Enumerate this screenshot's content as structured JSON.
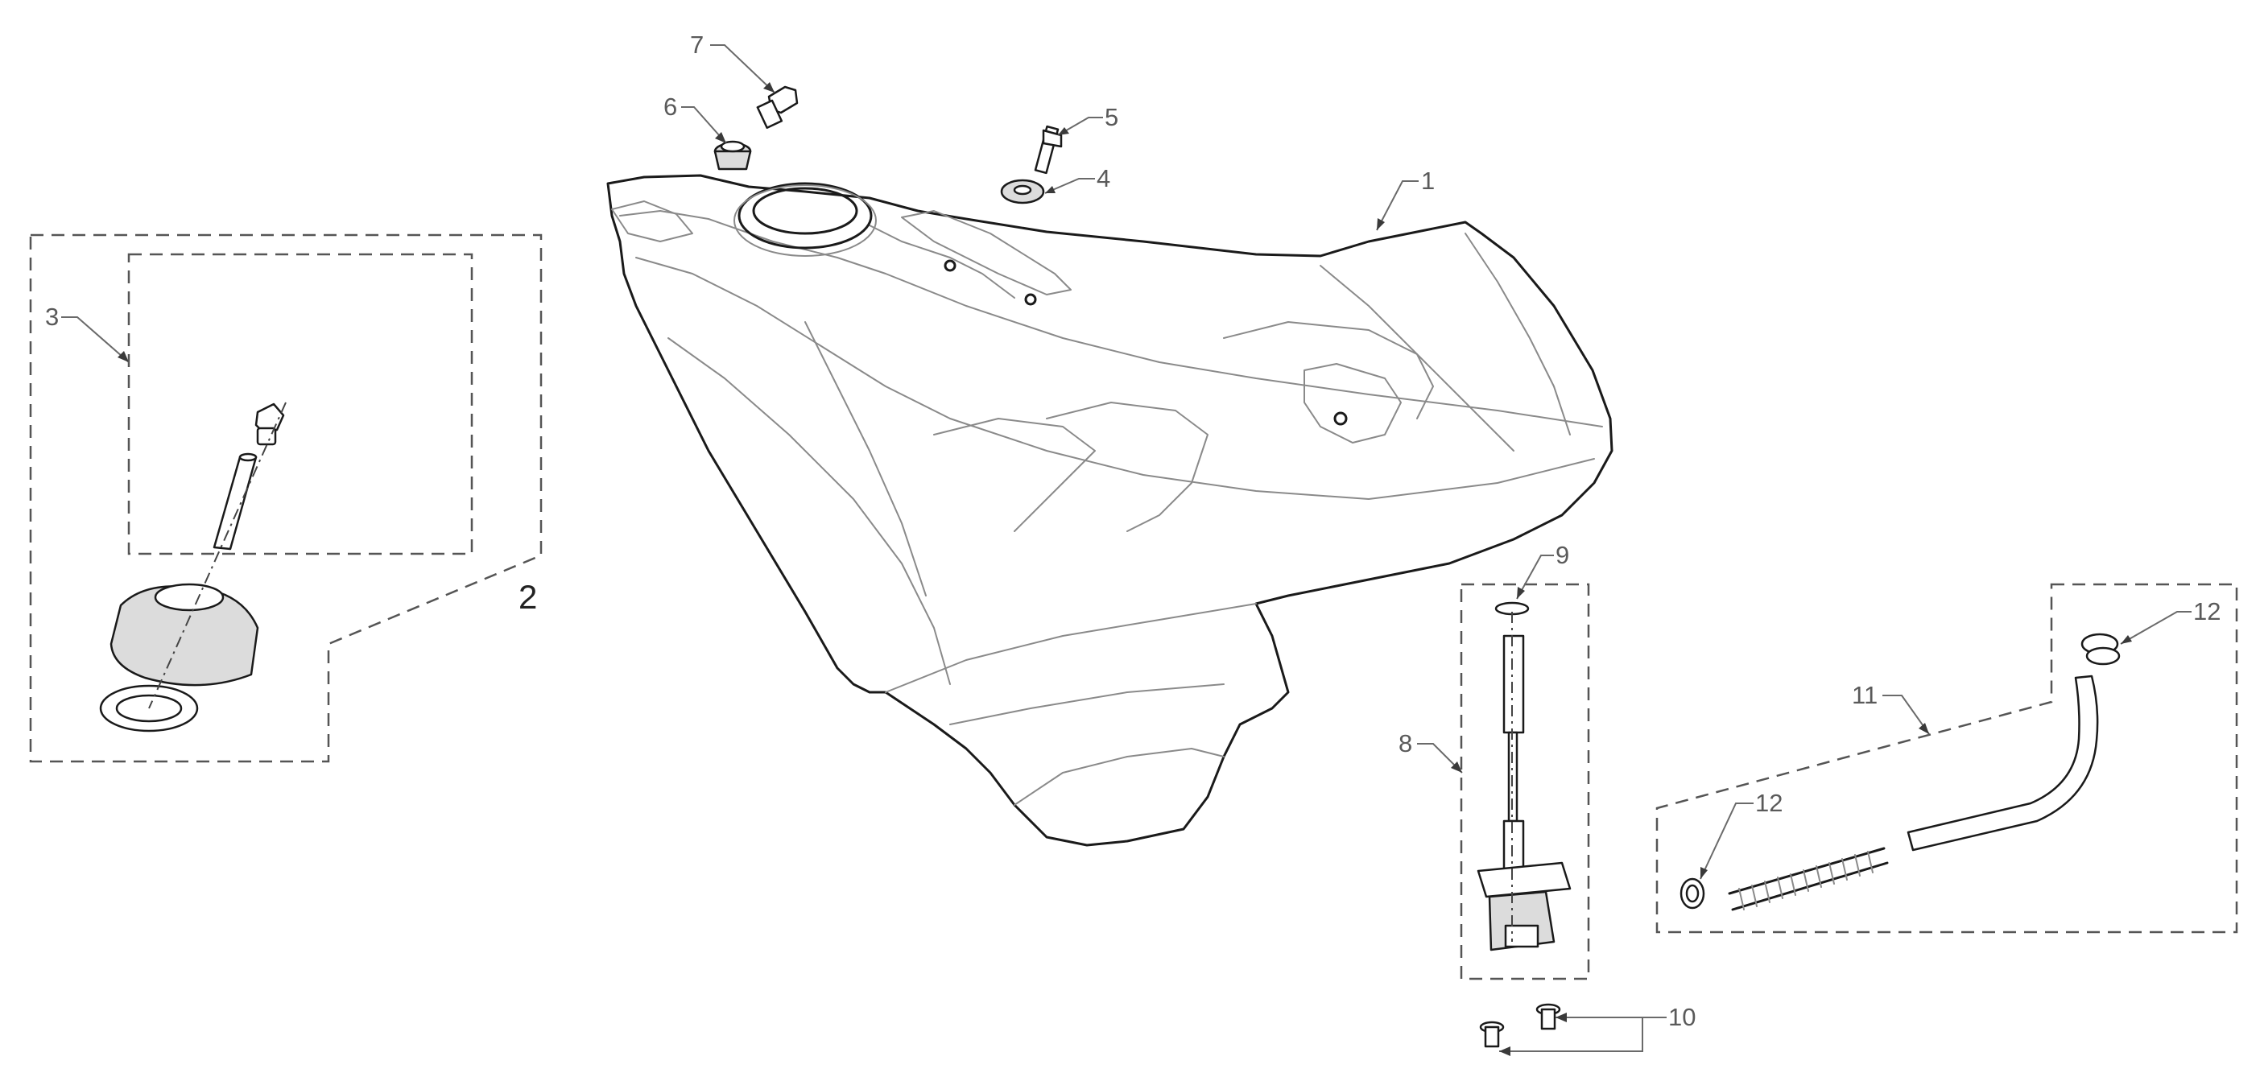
{
  "callouts": {
    "c1": "1",
    "c2": "2",
    "c3": "3",
    "c4": "4",
    "c5": "5",
    "c6": "6",
    "c7": "7",
    "c8": "8",
    "c9": "9",
    "c10": "10",
    "c11": "11",
    "c12a": "12",
    "c12b": "12"
  },
  "colors": {
    "line": "#1a1a1a",
    "detail": "#8a8a8a",
    "leader": "#6a6a6a",
    "part_fill": "#dcdcdc"
  }
}
